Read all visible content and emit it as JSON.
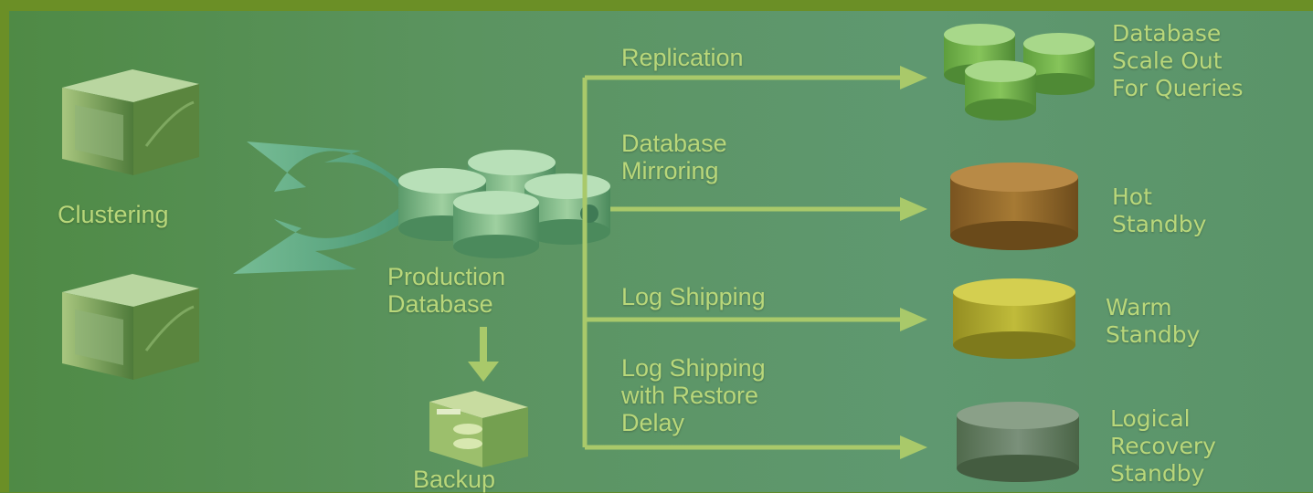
{
  "labels": {
    "clustering": "Clustering",
    "production": [
      "Production",
      "Database"
    ],
    "backup": "Backup",
    "replication": "Replication",
    "mirroring": [
      "Database",
      "Mirroring"
    ],
    "log_shipping": "Log Shipping",
    "log_shipping_delay": [
      "Log Shipping",
      "with Restore",
      "Delay"
    ],
    "scale_out": [
      "Database",
      "Scale Out",
      "For Queries"
    ],
    "hot": [
      "Hot",
      "Standby"
    ],
    "warm": [
      "Warm",
      "Standby"
    ],
    "logical": [
      "Logical",
      "Recovery",
      "Standby"
    ]
  },
  "colors": {
    "text": "#b9d77a",
    "arrow": "#a9c96a",
    "hot_standby": "#8a6428",
    "warm_standby": "#a6a02a",
    "logical_standby": "#5f7a5a",
    "scale_out": "#6ea84a"
  },
  "icons": {
    "servers": "server-tower-icon",
    "production": "database-cluster-icon",
    "backup": "backup-box-icon"
  }
}
